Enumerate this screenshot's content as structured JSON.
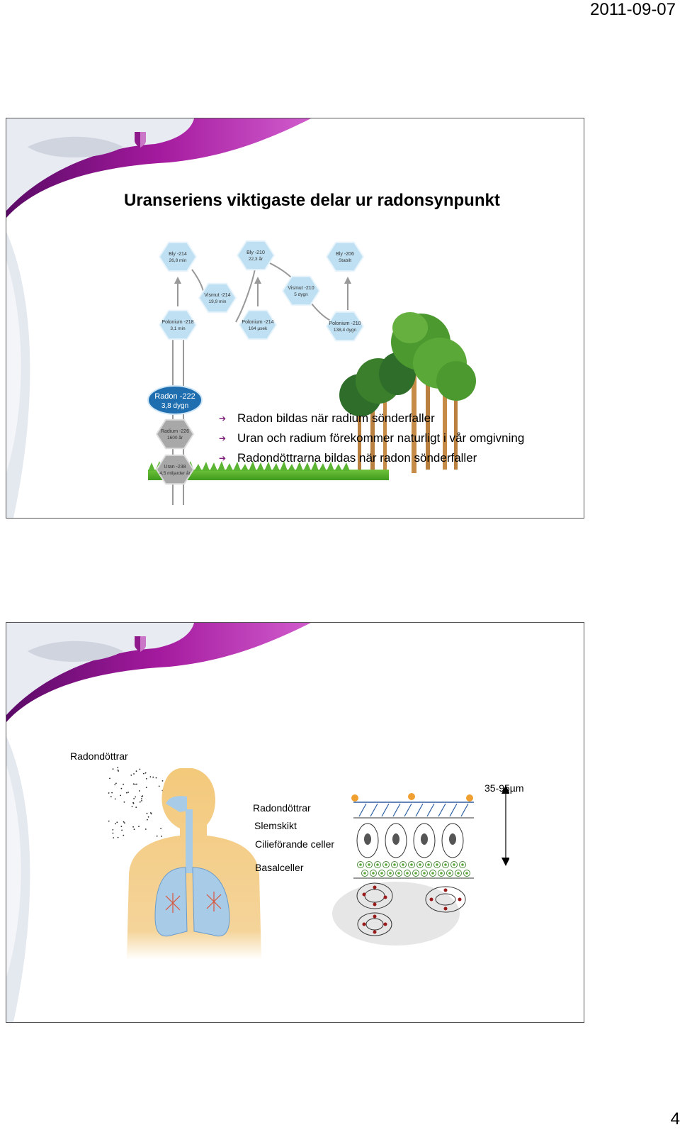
{
  "header": {
    "date": "2011-09-07"
  },
  "footer": {
    "page_number": "4"
  },
  "slide1": {
    "title": "Uranseriens viktigaste delar ur radonsynpunkt",
    "bullets": [
      "Radon bildas när radium sönderfaller",
      "Uran och radium förekommer naturligt i vår omgivning",
      "Radondöttrarna bildas när radon sönderfaller"
    ],
    "nuclides": [
      {
        "name": "Bly -214",
        "halflife": "26,8 min"
      },
      {
        "name": "Vismut -214",
        "halflife": "19,9 min"
      },
      {
        "name": "Polonium -218",
        "halflife": "3,1 min"
      },
      {
        "name": "Bly -210",
        "halflife": "22,3 år"
      },
      {
        "name": "Polonium -214",
        "halflife": "164 µsek"
      },
      {
        "name": "Vismut -210",
        "halflife": "5 dygn"
      },
      {
        "name": "Bly -206",
        "halflife": "Stabilt"
      },
      {
        "name": "Polonium -210",
        "halflife": "138,4 dygn"
      },
      {
        "name": "Radon -222",
        "halflife": "3,8 dygn"
      },
      {
        "name": "Radium -226",
        "halflife": "1600 år"
      },
      {
        "name": "Uran -238",
        "halflife": "4,5 miljarder år"
      }
    ]
  },
  "slide2": {
    "label_top": "Radondöttrar",
    "thickness": "35-95µm",
    "layers": [
      "Radondöttrar",
      "Slemskikt",
      "Cilieförande celler",
      "Basalceller"
    ]
  },
  "colors": {
    "accent": "#8e1a8c",
    "hex_blue": "#bfe0f2",
    "hex_gray": "#a8a8a8",
    "radon_blue": "#1f6fb0"
  },
  "icons": {
    "bullet": "arrow-bullet-icon",
    "logo": "shield-logo-icon"
  }
}
